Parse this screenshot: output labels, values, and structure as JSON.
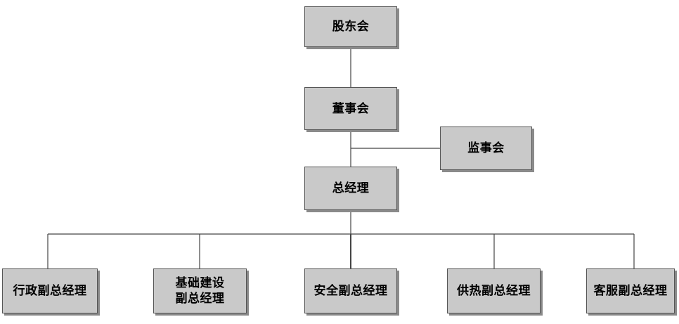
{
  "org_chart": {
    "shareholders": "股东会",
    "board": "董事会",
    "supervisors": "监事会",
    "general_manager": "总经理",
    "departments": [
      {
        "lines": [
          "行政副总经理"
        ]
      },
      {
        "lines": [
          "基础建设",
          "副总经理"
        ]
      },
      {
        "lines": [
          "安全副总经理"
        ]
      },
      {
        "lines": [
          "供热副总经理"
        ]
      },
      {
        "lines": [
          "客服副总经理"
        ]
      }
    ]
  },
  "colors": {
    "box_fill": "#c9c9c9",
    "box_border": "#555555",
    "box_shadow": "#8a8a8a",
    "line": "#444444"
  }
}
